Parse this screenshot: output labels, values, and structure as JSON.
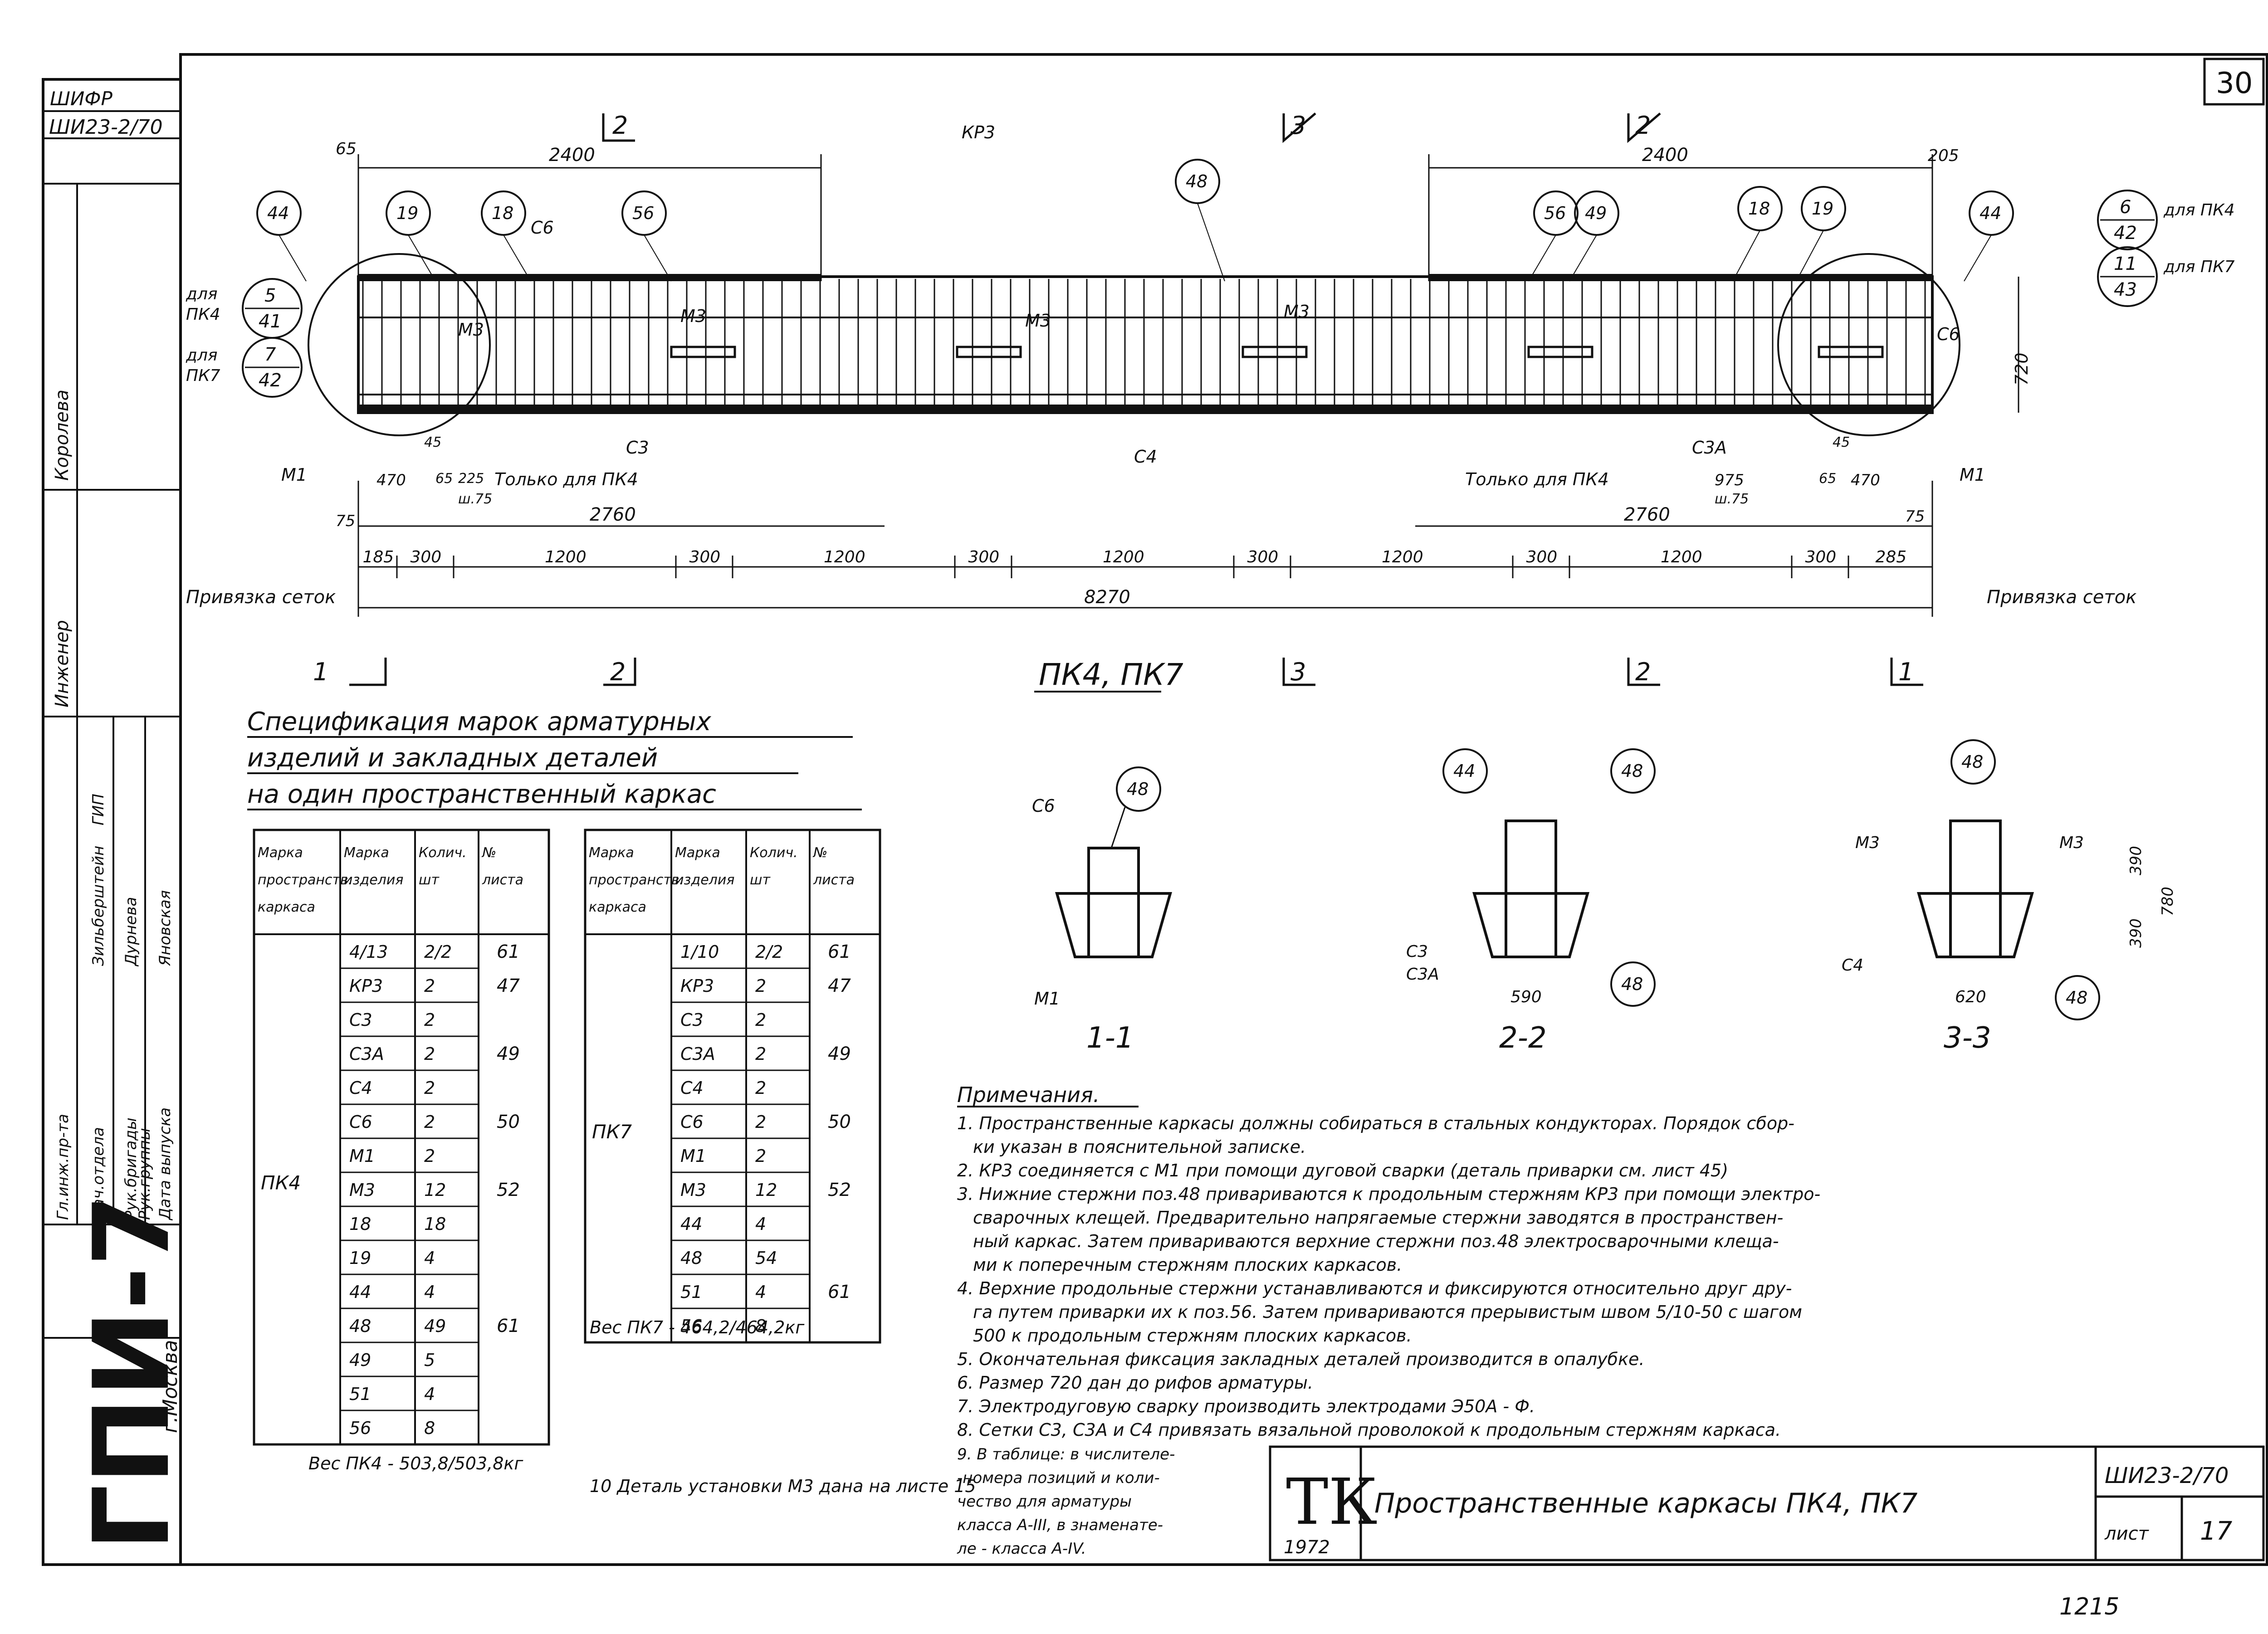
{
  "sheet": {
    "page_number": "30",
    "code_top": "ШИФР",
    "code_value": "ШИ23-2/70",
    "series_name": "ГПИ-7",
    "city": "г.Москва",
    "year": "1972",
    "tk_logo": "ТК",
    "title": "Пространственные каркасы ПК4, ПК7",
    "stamp_code": "ШИ23-2/70",
    "sheet_label": "лист",
    "sheet_no": "17",
    "archive_no": "1215"
  },
  "side_stamp": {
    "roles": [
      "Гл.инж.пр-та",
      "Нач.отдела",
      "Рук.бригады",
      "Рук.группы",
      "Дата выпуска",
      "Инженер"
    ],
    "names": [
      "ГИП",
      "Зильберштейн",
      "Дурнева",
      "Яновская",
      "Королева"
    ]
  },
  "drawing": {
    "title": "ПК4, ПК7",
    "dims_top": [
      "65",
      "2400",
      "2400",
      "205"
    ],
    "dims_bottom": [
      "185",
      "300",
      "1200",
      "300",
      "1200",
      "300",
      "1200",
      "300",
      "1200",
      "300",
      "1200",
      "300",
      "285"
    ],
    "dim_2760_left": "2760",
    "dim_2760_right": "2760",
    "dim_total": "8270",
    "dim_720": "720",
    "dim_75a": "75",
    "dim_75b": "75",
    "left_small": [
      "470",
      "65",
      "225",
      "ш.75",
      "45"
    ],
    "right_small": [
      "975",
      "65",
      "470",
      "ш.75",
      "45"
    ],
    "only_for_left": "Только для ПК4",
    "only_for_right": "Только для ПК4",
    "bind_left": "Привязка сеток",
    "bind_right": "Привязка сеток",
    "callouts": [
      "44",
      "19",
      "18",
      "56",
      "48",
      "56",
      "49",
      "18",
      "19",
      "44"
    ],
    "labels": [
      "КР3",
      "С6",
      "М3",
      "М3",
      "М3",
      "М3",
      "С3",
      "С4",
      "С3А",
      "С6",
      "М1",
      "М1"
    ],
    "left_ref": {
      "for": "для",
      "pk4": "ПК4",
      "pk7": "ПК7",
      "a_num": "5",
      "a_den": "41",
      "b_num": "7",
      "b_den": "42"
    },
    "right_ref": {
      "a_num": "6",
      "a_den": "42",
      "a_label": "для ПК4",
      "b_num": "11",
      "b_den": "43",
      "b_label": "для ПК7"
    },
    "section_marks": [
      "1",
      "2",
      "3",
      "2",
      "1"
    ]
  },
  "sections": [
    {
      "title": "1-1",
      "labels": [
        "С6",
        "М1"
      ],
      "callouts": [
        "48"
      ]
    },
    {
      "title": "2-2",
      "labels": [
        "С3",
        "С3А"
      ],
      "callouts": [
        "44",
        "48",
        "48"
      ],
      "dim": "590"
    },
    {
      "title": "3-3",
      "labels": [
        "М3",
        "М3",
        "С4"
      ],
      "callouts": [
        "48",
        "48"
      ],
      "dims": [
        "390",
        "390",
        "780",
        "620"
      ]
    }
  ],
  "spec": {
    "title_lines": [
      "Спецификация марок арматурных",
      "изделий и закладных деталей",
      "на один пространственный каркас"
    ],
    "headers": [
      "Марка пространств. каркаса",
      "Марка изделия",
      "Колич. шт",
      "№ листа"
    ],
    "pk4": {
      "mark": "ПК4",
      "items": [
        "4/13",
        "КР3",
        "С3",
        "С3А",
        "С4",
        "С6",
        "М1",
        "М3",
        "18",
        "19",
        "44",
        "48",
        "49",
        "51",
        "56"
      ],
      "qty": [
        "2/2",
        "2",
        "2",
        "2",
        "2",
        "2",
        "2",
        "12",
        "18",
        "4",
        "4",
        "49",
        "5",
        "4",
        "8"
      ],
      "sheets": [
        "61",
        "47",
        "49",
        "50",
        "52",
        "61"
      ],
      "weight": "Вес ПК4 - 503,8/503,8кг"
    },
    "pk7": {
      "mark": "ПК7",
      "items": [
        "1/10",
        "КР3",
        "С3",
        "С3А",
        "С4",
        "С6",
        "М1",
        "М3",
        "44",
        "48",
        "51",
        "56"
      ],
      "qty": [
        "2/2",
        "2",
        "2",
        "2",
        "2",
        "2",
        "2",
        "12",
        "4",
        "54",
        "4",
        "8"
      ],
      "sheets": [
        "61",
        "47",
        "49",
        "50",
        "52",
        "61"
      ],
      "weight": "Вес ПК7 - 464,2/464,2кг"
    },
    "note10": "10 Деталь установки М3 дана на листе 15"
  },
  "notes": {
    "title": "Примечания.",
    "lines": [
      "1. Пространственные каркасы должны собираться в стальных кондукторах. Порядок сбор-",
      "ки указан в пояснительной записке.",
      "2. КР3 соединяется с М1 при помощи дуговой сварки (деталь приварки см. лист 45)",
      "3. Нижние стержни поз.48 привариваются к продольным стержням КР3 при помощи электро-",
      "сварочных клещей. Предварительно напрягаемые стержни заводятся в пространствен-",
      "ный каркас. Затем привариваются верхние стержни поз.48 электросварочными клеща-",
      "ми к поперечным стержням плоских каркасов.",
      "4. Верхние продольные стержни устанавливаются и фиксируются относительно друг дру-",
      "га путем приварки их к поз.56. Затем привариваются прерывистым швом 5/10-50 с шагом",
      "500 к продольным стержням плоских каркасов.",
      "5. Окончательная фиксация закладных деталей производится в опалубке.",
      "6. Размер 720 дан до рифов арматуры.",
      "7. Электродуговую сварку производить электродами Э50А - Ф.",
      "8. Сетки С3, С3А и С4 привязать вязальной проволокой к продольным стержням каркаса.",
      "9. В таблице: в числителе-",
      "-номера позиций и коли-",
      "чество для арматуры",
      "класса А-III, в знаменате-",
      "ле - класса А-IV."
    ]
  }
}
